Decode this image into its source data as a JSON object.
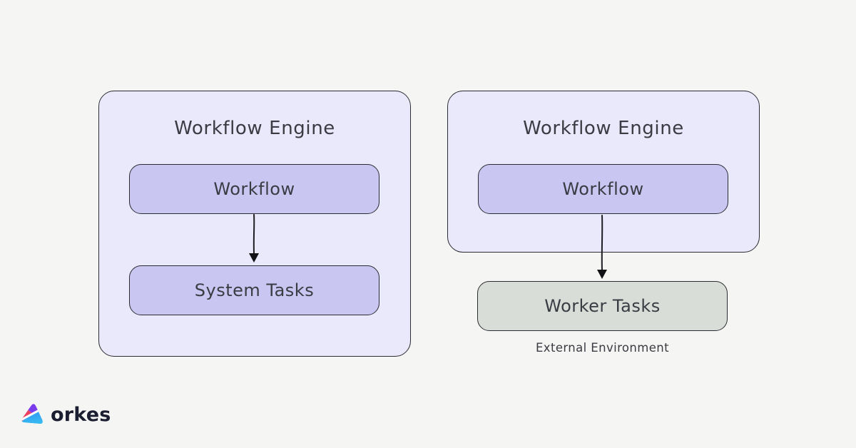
{
  "diagram": {
    "left_engine": {
      "title": "Workflow Engine",
      "workflow_label": "Workflow",
      "system_tasks_label": "System Tasks"
    },
    "right_engine": {
      "title": "Workflow Engine",
      "workflow_label": "Workflow"
    },
    "external": {
      "worker_tasks_label": "Worker Tasks",
      "caption": "External Environment"
    },
    "icons": {
      "connector": "arrow-down"
    },
    "colors": {
      "canvas_background": "#f5f5f3",
      "engine_fill": "#eae9fb",
      "node_fill": "#c9c6f2",
      "external_node_fill": "#d9ddd8",
      "border": "#2b2b33",
      "text": "#3b3b43",
      "arrow": "#1e1e24"
    }
  },
  "branding": {
    "logo_text": "orkes",
    "logo_colors": {
      "purple": "#7c3aed",
      "pink": "#ef3f63",
      "blue": "#2f6bf0",
      "cyan": "#37c5f3",
      "text": "#1b1e31"
    }
  }
}
